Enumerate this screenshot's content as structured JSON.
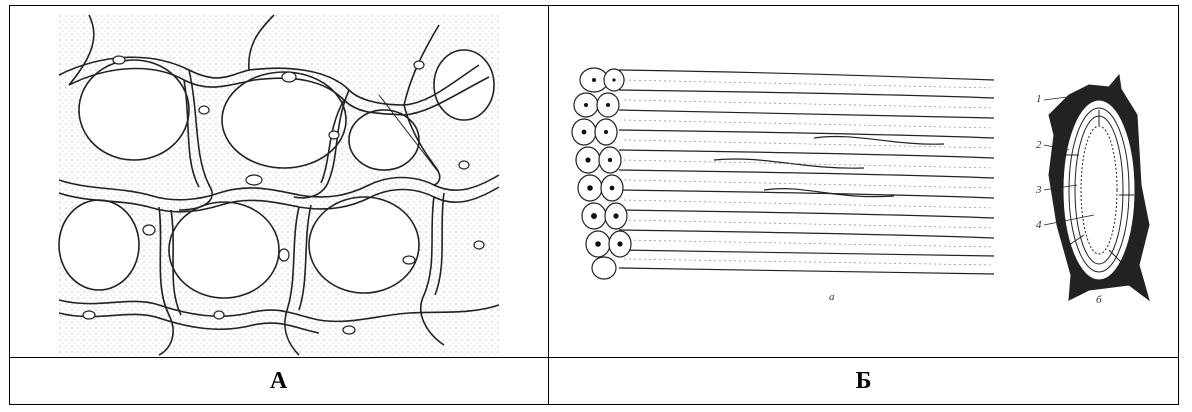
{
  "table": {
    "cells": [
      {
        "label": "А"
      },
      {
        "label": "Б"
      }
    ],
    "figure_b": {
      "sub_a": "а",
      "sub_b": "б",
      "callouts": [
        "1",
        "2",
        "3",
        "4"
      ]
    }
  }
}
